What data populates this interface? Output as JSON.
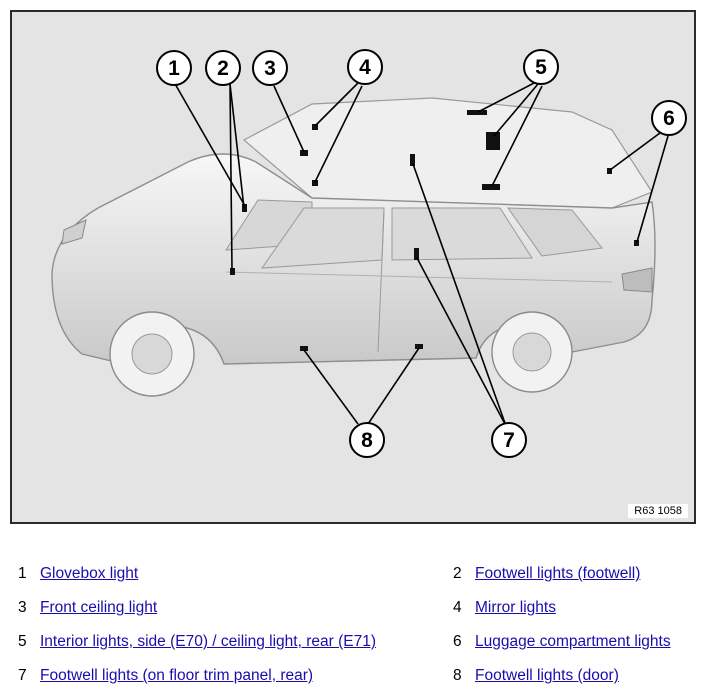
{
  "figure": {
    "reference": "R63 1058",
    "callouts": [
      "1",
      "2",
      "3",
      "4",
      "5",
      "6",
      "7",
      "8"
    ]
  },
  "legend": [
    {
      "number": "1",
      "label": "Glovebox light"
    },
    {
      "number": "2",
      "label": "Footwell lights (footwell)"
    },
    {
      "number": "3",
      "label": "Front ceiling light"
    },
    {
      "number": "4",
      "label": "Mirror lights"
    },
    {
      "number": "5",
      "label": "Interior lights, side (E70) / ceiling light, rear (E71)"
    },
    {
      "number": "6",
      "label": "Luggage compartment lights"
    },
    {
      "number": "7",
      "label": "Footwell lights (on floor trim panel, rear)"
    },
    {
      "number": "8",
      "label": "Footwell lights (door)"
    }
  ],
  "colors": {
    "link": "#1a0dab",
    "figure_bg": "#e4e4e4",
    "border": "#2b2b2b"
  }
}
